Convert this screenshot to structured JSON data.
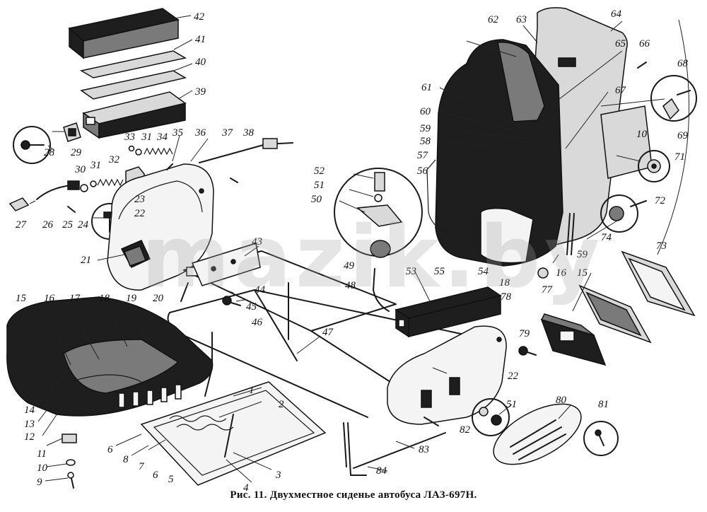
{
  "caption": "Рис. 11. Двухместное сиденье автобуса ЛАЗ-697Н.",
  "watermark": "mazik.by",
  "callouts": [
    "1",
    "2",
    "3",
    "4",
    "5",
    "6",
    "6",
    "7",
    "8",
    "9",
    "10",
    "11",
    "12",
    "13",
    "14",
    "15",
    "15",
    "16",
    "16",
    "17",
    "18",
    "18",
    "19",
    "20",
    "21",
    "22",
    "22",
    "23",
    "24",
    "25",
    "26",
    "27",
    "28",
    "29",
    "30",
    "31",
    "31",
    "32",
    "33",
    "34",
    "35",
    "36",
    "37",
    "38",
    "40",
    "41",
    "42",
    "39",
    "43",
    "44",
    "45",
    "46",
    "47",
    "48",
    "49",
    "50",
    "51",
    "51",
    "52",
    "53",
    "54",
    "55",
    "56",
    "57",
    "58",
    "59",
    "59",
    "60",
    "61",
    "62",
    "63",
    "64",
    "65",
    "66",
    "67",
    "68",
    "69",
    "10",
    "71",
    "72",
    "73",
    "74",
    "77",
    "78",
    "79",
    "80",
    "81",
    "82",
    "83",
    "84"
  ]
}
